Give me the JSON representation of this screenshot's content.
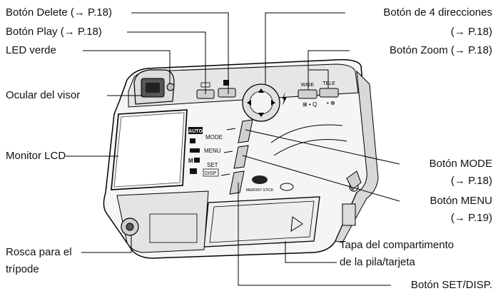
{
  "labels": {
    "delete": "Botón Delete (→ P.18)",
    "play": "Botón Play (→ P.18)",
    "led": "LED verde",
    "ocular": "Ocular del visor",
    "lcd": "Monitor LCD",
    "rosca_1": "Rosca para el",
    "rosca_2": "trípode",
    "dir_1": "Botón de 4 direcciones",
    "dir_2": "(→ P.18)",
    "zoom": "Botón Zoom (→ P.18)",
    "mode_1": "Botón MODE",
    "mode_2": "(→ P.18)",
    "menu_1": "Botón MENU",
    "menu_2": "(→ P.19)",
    "tapa_1": "Tapa del compartimento",
    "tapa_2": "de la pila/tarjeta",
    "setdisp": "Botón SET/DISP."
  },
  "camera": {
    "lcd_auto": "AUTO",
    "lcd_mode": "MODE",
    "lcd_menu": "MENU",
    "lcd_set": "SET",
    "lcd_disp": "DISP",
    "lcd_m": "M",
    "zoom_wide": "WIDE",
    "zoom_tele": "TELE",
    "memory_stick": "MEMORY STICK"
  }
}
